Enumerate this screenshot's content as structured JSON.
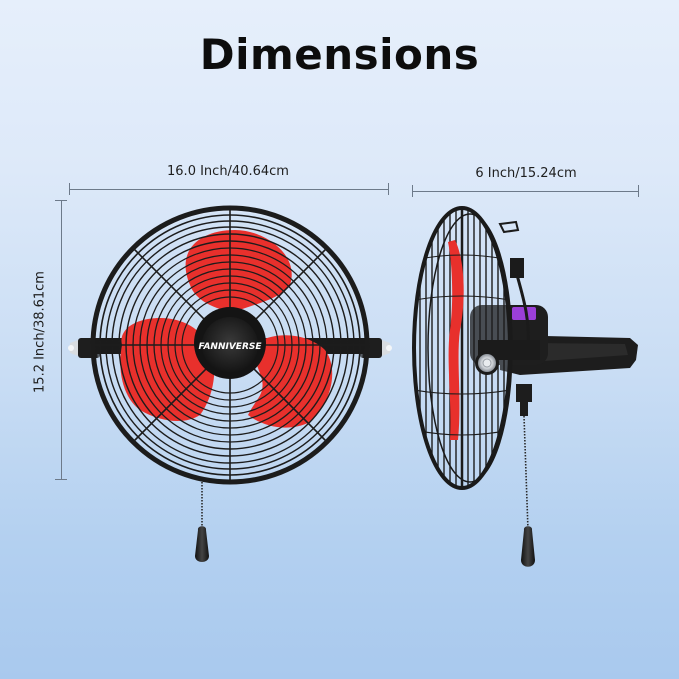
{
  "header": {
    "title": "Dimensions"
  },
  "dimensions": {
    "width_label": "16.0 Inch/40.64cm",
    "depth_label": "6 Inch/15.24cm",
    "height_label": "15.2 Inch/38.61cm"
  },
  "product": {
    "brand_label": "FANNIVERSE",
    "views": [
      "front-view",
      "side-view"
    ],
    "blade_count": 3,
    "colors": {
      "background_top": "#e6effb",
      "background_bottom": "#a9c9ee",
      "blade_red": "#e8302c",
      "cage_black": "#1a1a1a",
      "motor_black": "#202020",
      "accent_purple": "#9b3fd8",
      "dimension_line": "#6d7a8a"
    }
  }
}
